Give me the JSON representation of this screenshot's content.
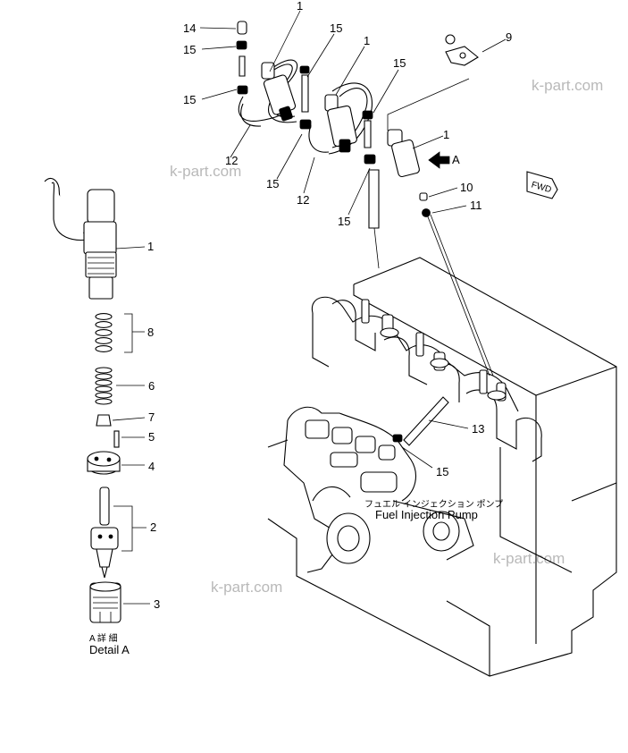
{
  "labels": {
    "l14": "14",
    "l15a": "15",
    "l15b": "15",
    "l1a": "1",
    "l15c": "15",
    "l1b": "1",
    "l15d": "15",
    "l12a": "12",
    "l9": "9",
    "l1c": "1",
    "lA": "A",
    "l15e": "15",
    "l12b": "12",
    "l10": "10",
    "l11": "11",
    "l15f": "15",
    "l1d": "1",
    "l8": "8",
    "l6": "6",
    "l7": "7",
    "l5": "5",
    "l4": "4",
    "l2": "2",
    "l3": "3",
    "l13": "13",
    "l15g": "15"
  },
  "texts": {
    "fwd": "FWD",
    "detail_jp": "A 詳 細",
    "detail_en": "Detail A",
    "pump_jp": "フュエル インジェクション ポンプ",
    "pump_en": "Fuel Injection Pump"
  },
  "watermarks": [
    "k-part.com",
    "k-part.com",
    "k-part.com",
    "k-part.com"
  ]
}
